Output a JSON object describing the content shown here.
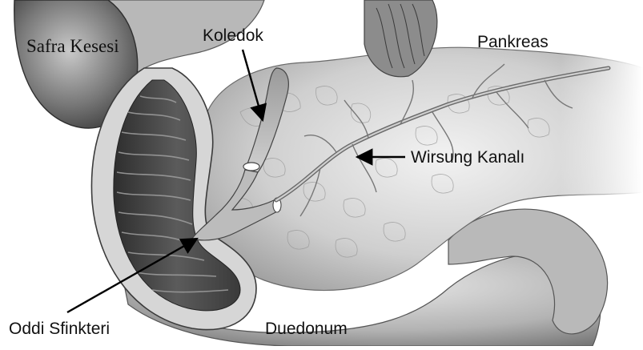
{
  "labels": {
    "gallbladder": "Safra Kesesi",
    "common_bile_duct": "Koledok",
    "pancreas": "Pankreas",
    "pancreatic_duct": "Wirsung Kanalı",
    "sphincter_of_oddi": "Oddi Sfinkteri",
    "duodenum": "Duedonum"
  },
  "colors": {
    "background": "#ffffff",
    "label_text": "#111111",
    "pointer_arrow": "#000000",
    "tissue_dark": "#3a3a3a",
    "tissue_mid": "#8a8a8a",
    "tissue_light": "#d2d2d2"
  }
}
